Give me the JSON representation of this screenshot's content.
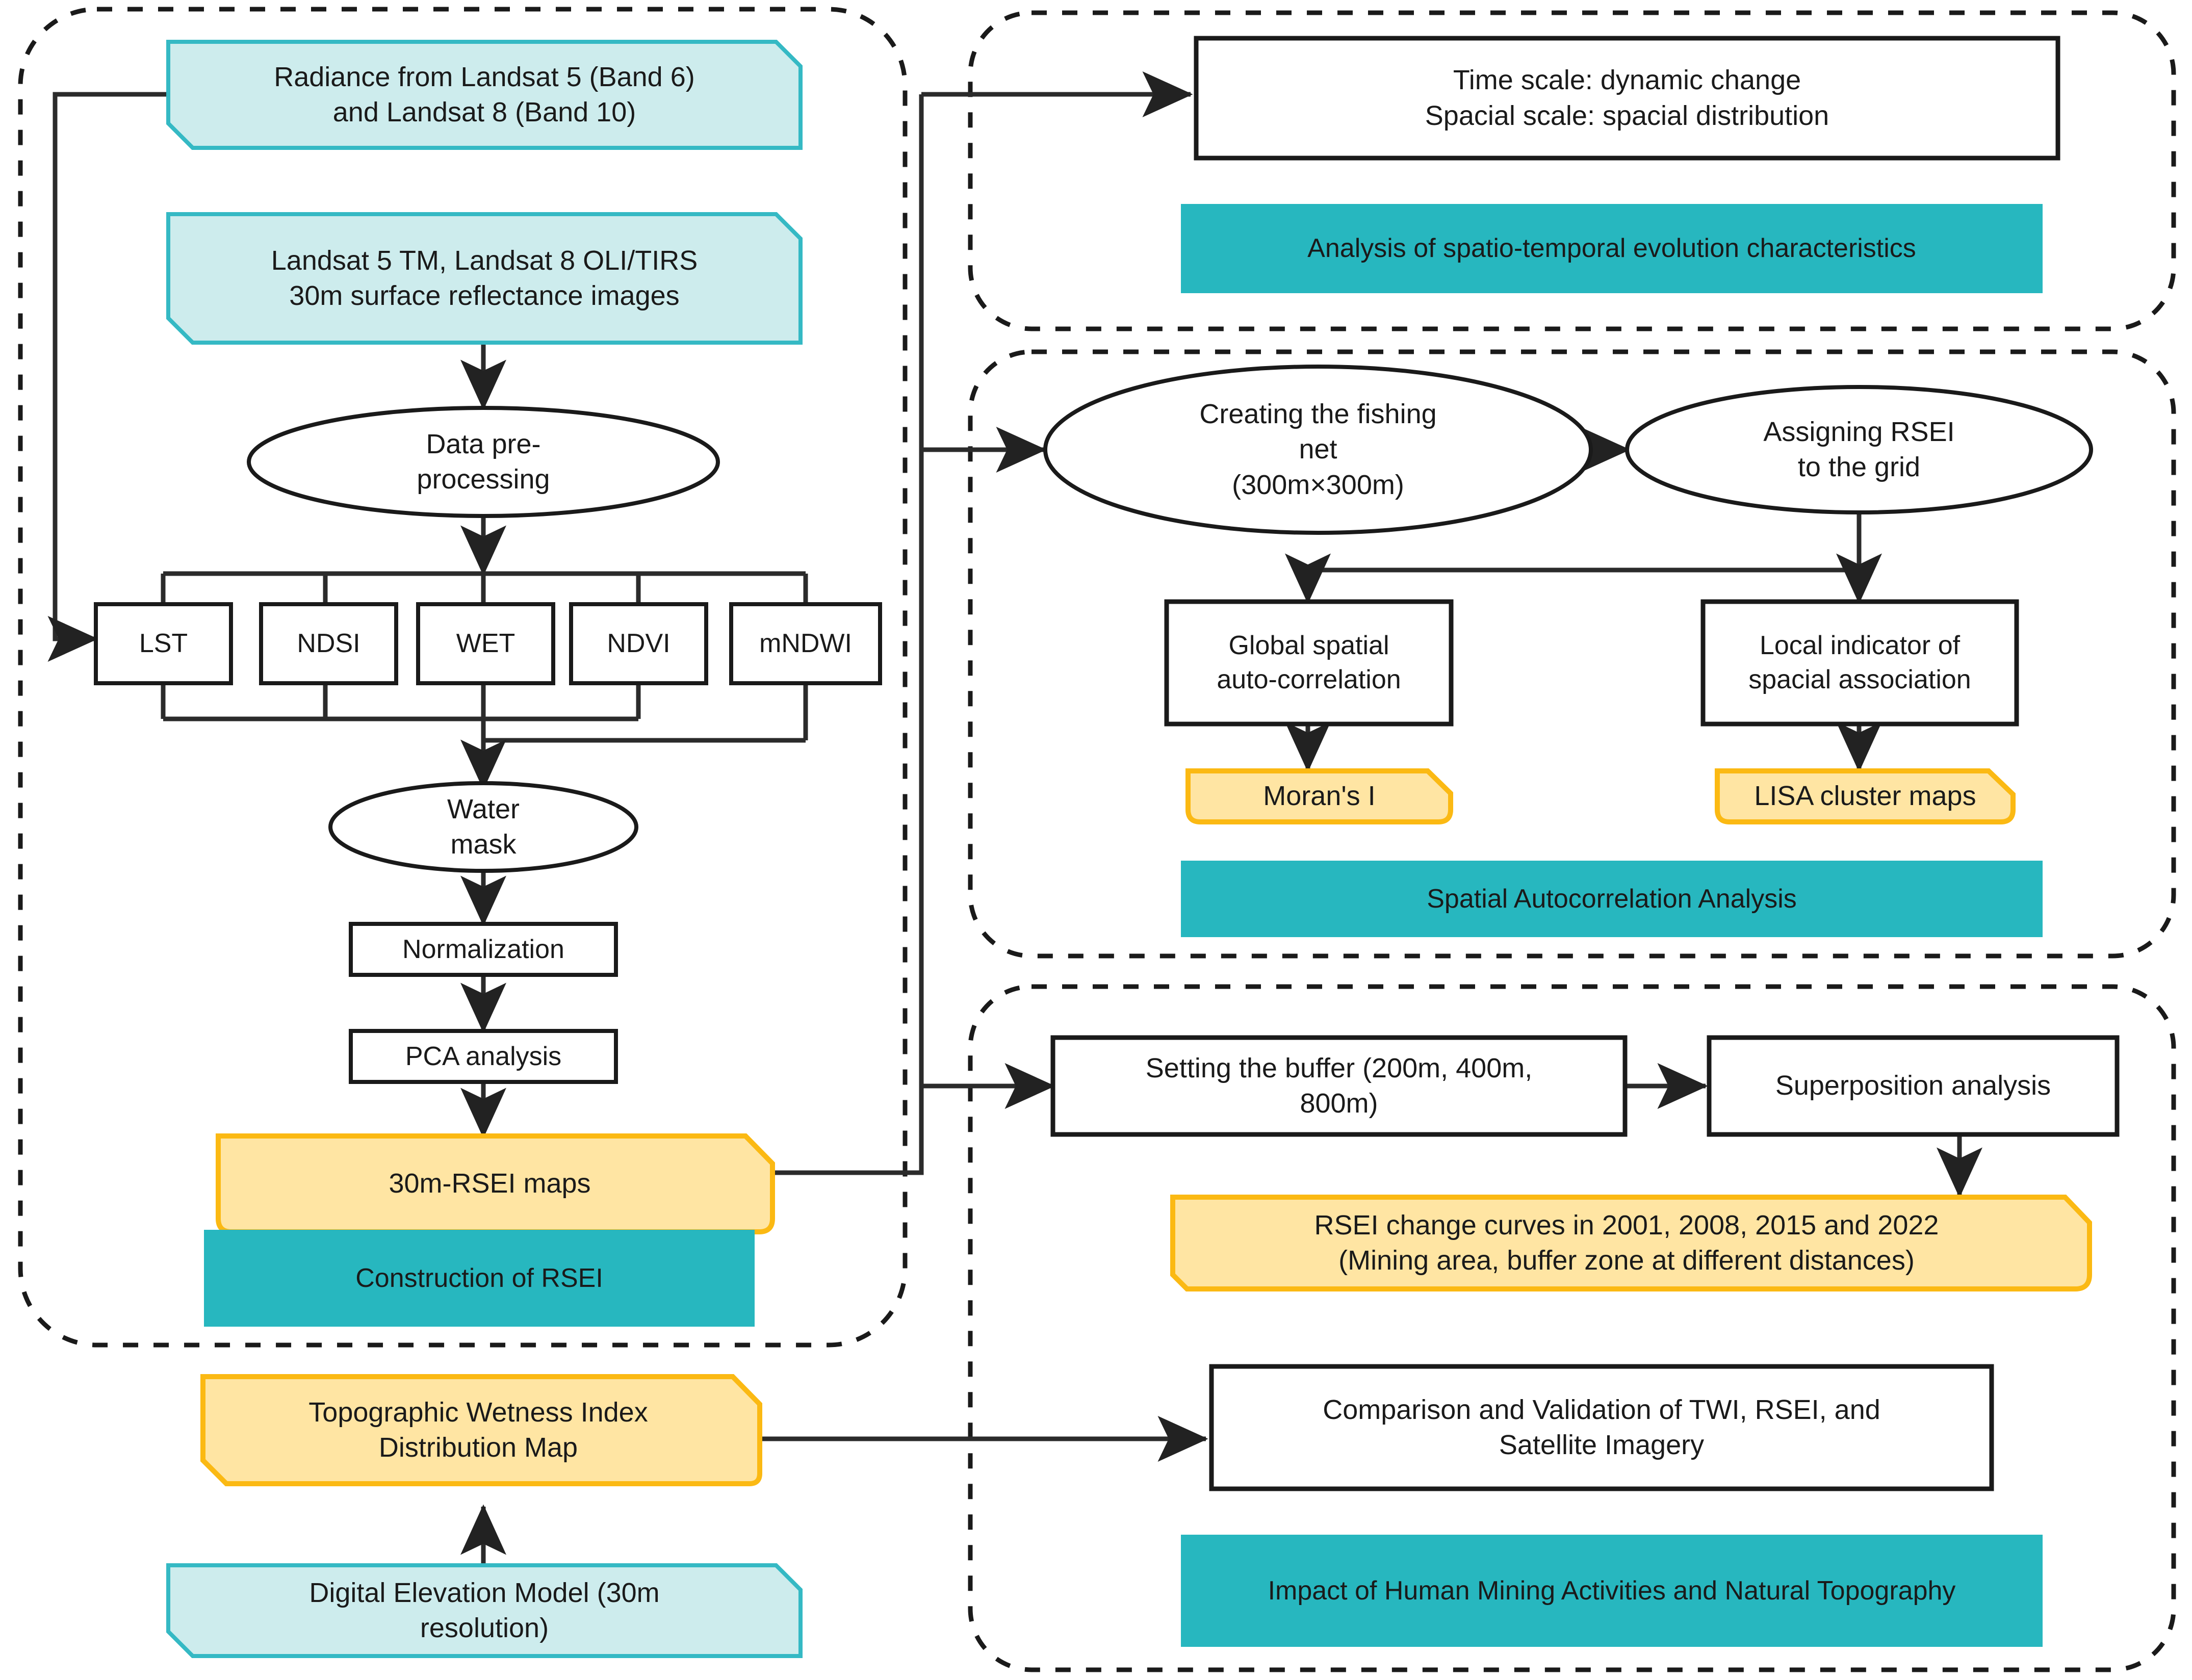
{
  "diagram": {
    "title": "RSEI mining-area research workflow",
    "colors": {
      "cyan_fill": "#cdeced",
      "cyan_stroke": "#35b9c4",
      "yellow_fill": "#ffe5a3",
      "yellow_stroke": "#fbb913",
      "teal_banner": "#27b7bf",
      "line": "#2b2b2b",
      "box_stroke": "#1a1a1a",
      "dashed_group": "#1a1a1a"
    }
  },
  "groups": {
    "construction": {
      "banner": "Construction of RSEI"
    },
    "spatio_temporal": {
      "banner": "Analysis of spatio-temporal evolution characteristics"
    },
    "autocorrelation": {
      "banner": "Spatial Autocorrelation Analysis"
    },
    "impact": {
      "banner": "Impact of Human Mining Activities and  Natural Topography"
    }
  },
  "nodes": {
    "radiance": "Radiance from Landsat 5 (Band 6)\nand Landsat 8 (Band 10)",
    "reflectance": "Landsat 5 TM, Landsat 8 OLI/TIRS\n30m surface reflectance images",
    "preprocessing": "Data pre-\nprocessing",
    "index_lst": "LST",
    "index_ndsi": "NDSI",
    "index_wet": "WET",
    "index_ndvi": "NDVI",
    "index_mndwi": "mNDWI",
    "water_mask": "Water\nmask",
    "normalization": "Normalization",
    "pca": "PCA analysis",
    "rsei_maps": "30m-RSEI maps",
    "twi_map": "Topographic Wetness Index\nDistribution Map",
    "dem": "Digital Elevation Model (30m\nresolution)",
    "time_space_scale": "Time scale: dynamic change\nSpacial scale: spacial distribution",
    "fishing_net": "Creating the fishing\nnet\n(300m×300m)",
    "assign_rsei": "Assigning RSEI\nto the grid",
    "global_auto": "Global spatial\nauto-correlation",
    "local_indicator": "Local indicator of\nspacial association",
    "morans_i": "Moran's I",
    "lisa": "LISA cluster maps",
    "buffer": "Setting the buffer (200m, 400m,\n800m)",
    "superposition": "Superposition analysis",
    "rsei_curves": "RSEI change curves in 2001, 2008, 2015 and 2022\n(Mining area, buffer zone at different distances)",
    "comparison": "Comparison and Validation of TWI, RSEI, and\nSatellite Imagery"
  }
}
